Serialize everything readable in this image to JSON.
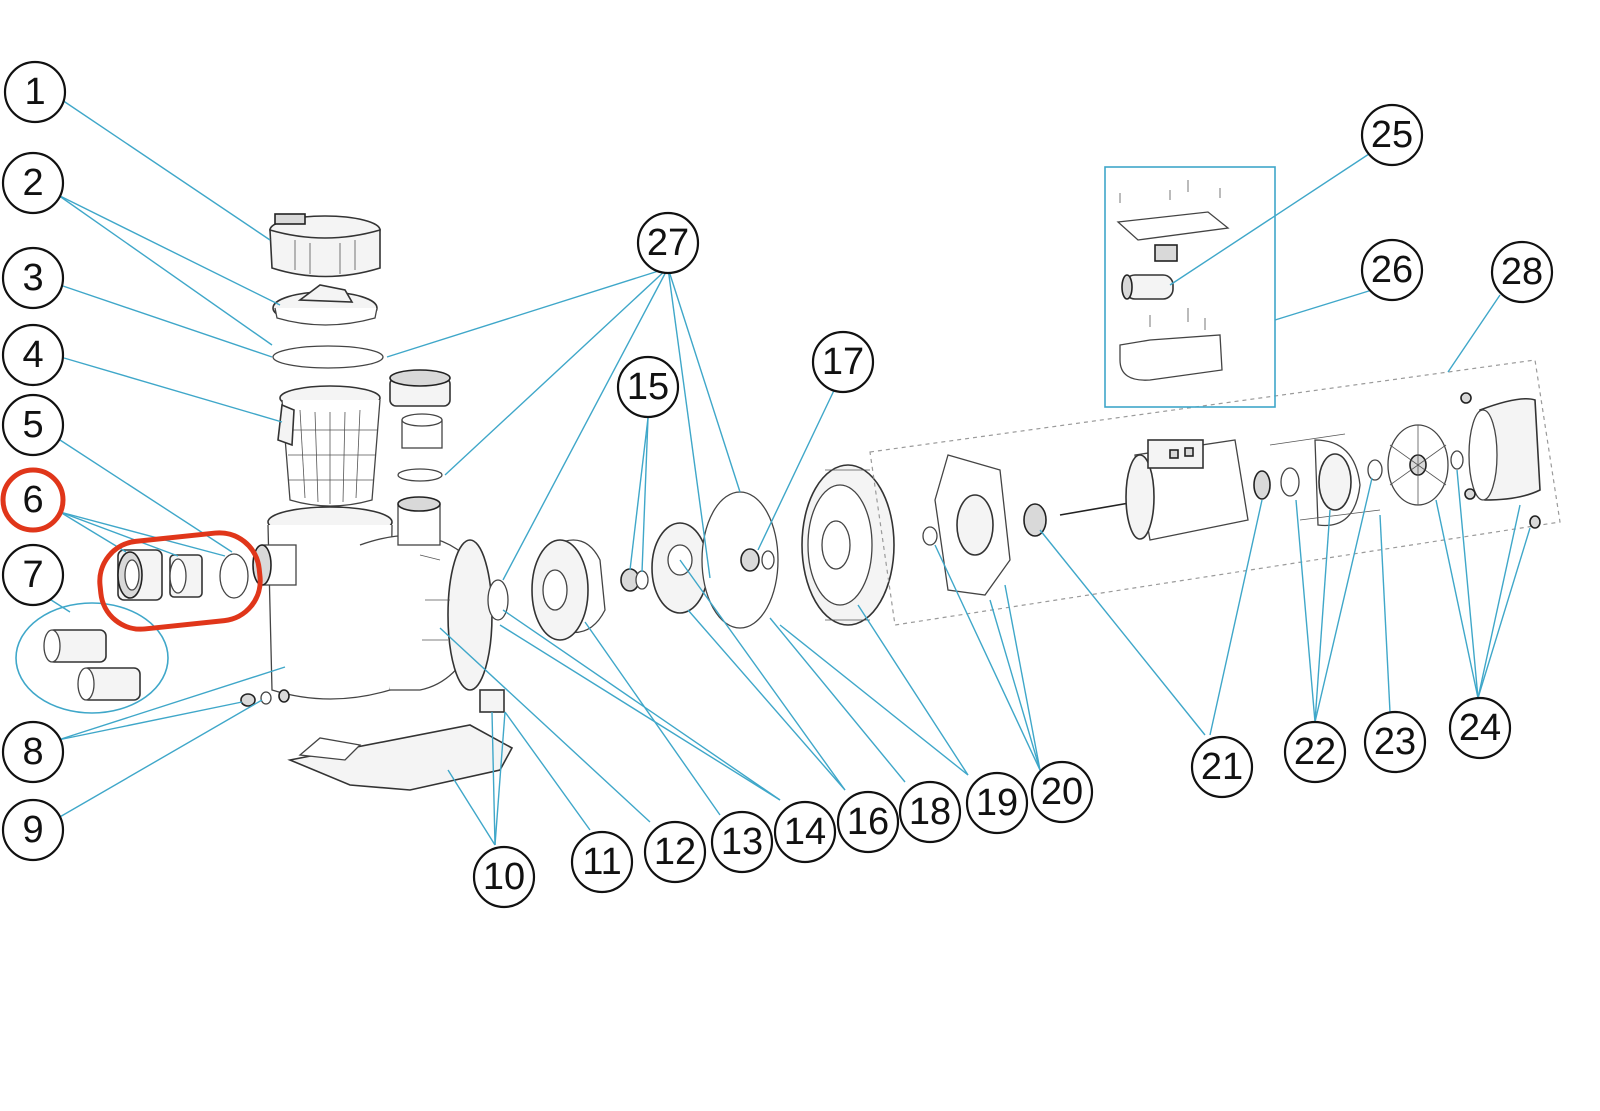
{
  "diagram": {
    "callouts": [
      {
        "label": "1"
      },
      {
        "label": "2"
      },
      {
        "label": "3"
      },
      {
        "label": "4"
      },
      {
        "label": "5"
      },
      {
        "label": "6"
      },
      {
        "label": "7"
      },
      {
        "label": "8"
      },
      {
        "label": "9"
      },
      {
        "label": "10"
      },
      {
        "label": "11"
      },
      {
        "label": "12"
      },
      {
        "label": "13"
      },
      {
        "label": "14"
      },
      {
        "label": "15"
      },
      {
        "label": "16"
      },
      {
        "label": "17"
      },
      {
        "label": "18"
      },
      {
        "label": "19"
      },
      {
        "label": "20"
      },
      {
        "label": "21"
      },
      {
        "label": "22"
      },
      {
        "label": "23"
      },
      {
        "label": "24"
      },
      {
        "label": "25"
      },
      {
        "label": "26"
      },
      {
        "label": "27"
      },
      {
        "label": "28"
      }
    ],
    "highlighted_callout": "6",
    "colors": {
      "leader_line": "#3fa7c9",
      "highlight": "#e0361a",
      "outline": "#111111",
      "background": "#ffffff"
    }
  }
}
